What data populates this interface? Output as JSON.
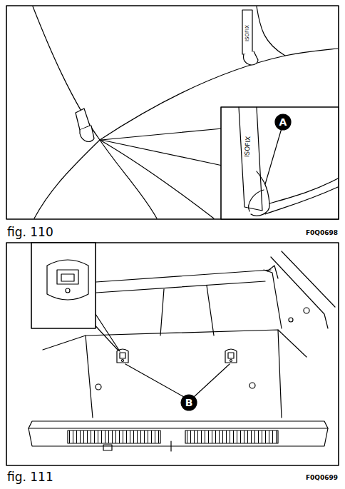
{
  "diagram": {
    "labels": [
      "ISOFIX",
      "ISOFIX",
      "A",
      "fig. 110",
      "F0Q0698",
      "B",
      "fig. 111",
      "F0Q0699"
    ]
  }
}
